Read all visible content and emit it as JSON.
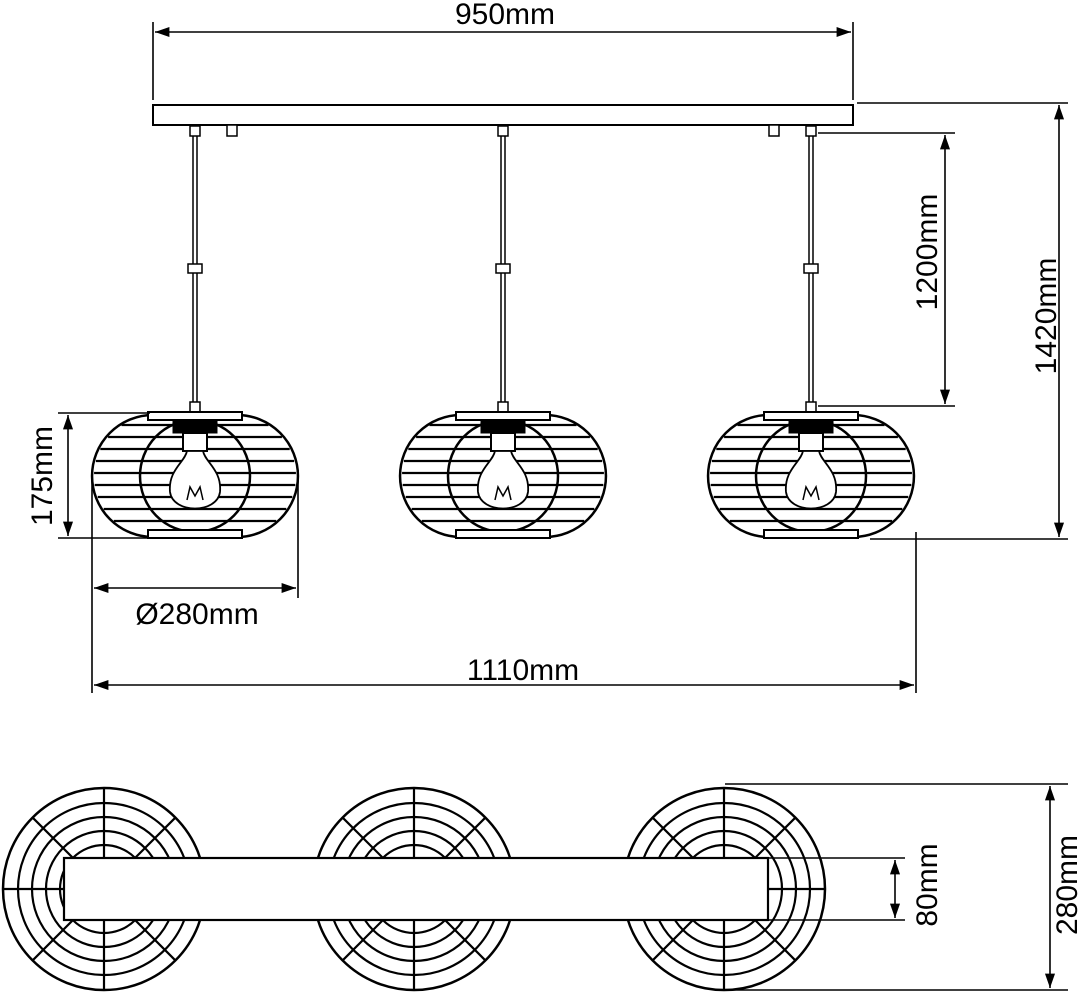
{
  "dimensions": {
    "canopy_length": "950mm",
    "cable_length": "1200mm",
    "total_height": "1420mm",
    "shade_height": "175mm",
    "shade_diameter": "Ø280mm",
    "total_width": "1110mm",
    "canopy_depth": "80mm",
    "top_depth": "280mm"
  }
}
